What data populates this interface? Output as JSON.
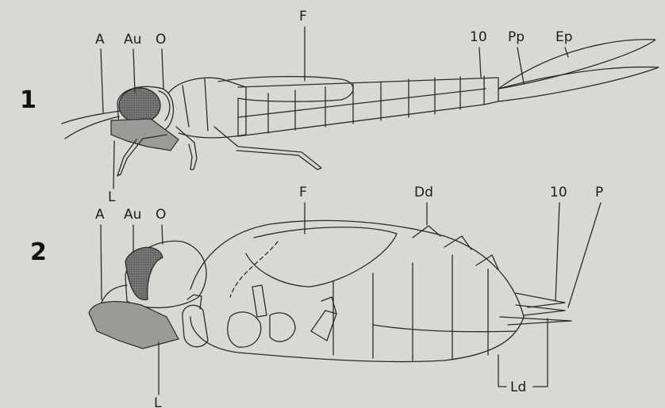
{
  "figure_1": {
    "number": "1",
    "labels": {
      "antenna": "A",
      "eye": "Au",
      "ocelli": "O",
      "wing_pad": "F",
      "segment_10": "10",
      "paraproct": "Pp",
      "epiproct": "Ep",
      "labium": "L"
    }
  },
  "figure_2": {
    "number": "2",
    "labels": {
      "antenna": "A",
      "eye": "Au",
      "ocelli": "O",
      "wing_pad": "F",
      "dorsal_process": "Dd",
      "segment_10": "10",
      "paraproct": "P",
      "lateral_process": "Ld",
      "labium": "L"
    }
  },
  "colors": {
    "background": "#d9d9d3",
    "line": "#2a2a2a",
    "eye_stipple": "#5a5a5a",
    "labium_shade": "#9a9a96"
  }
}
